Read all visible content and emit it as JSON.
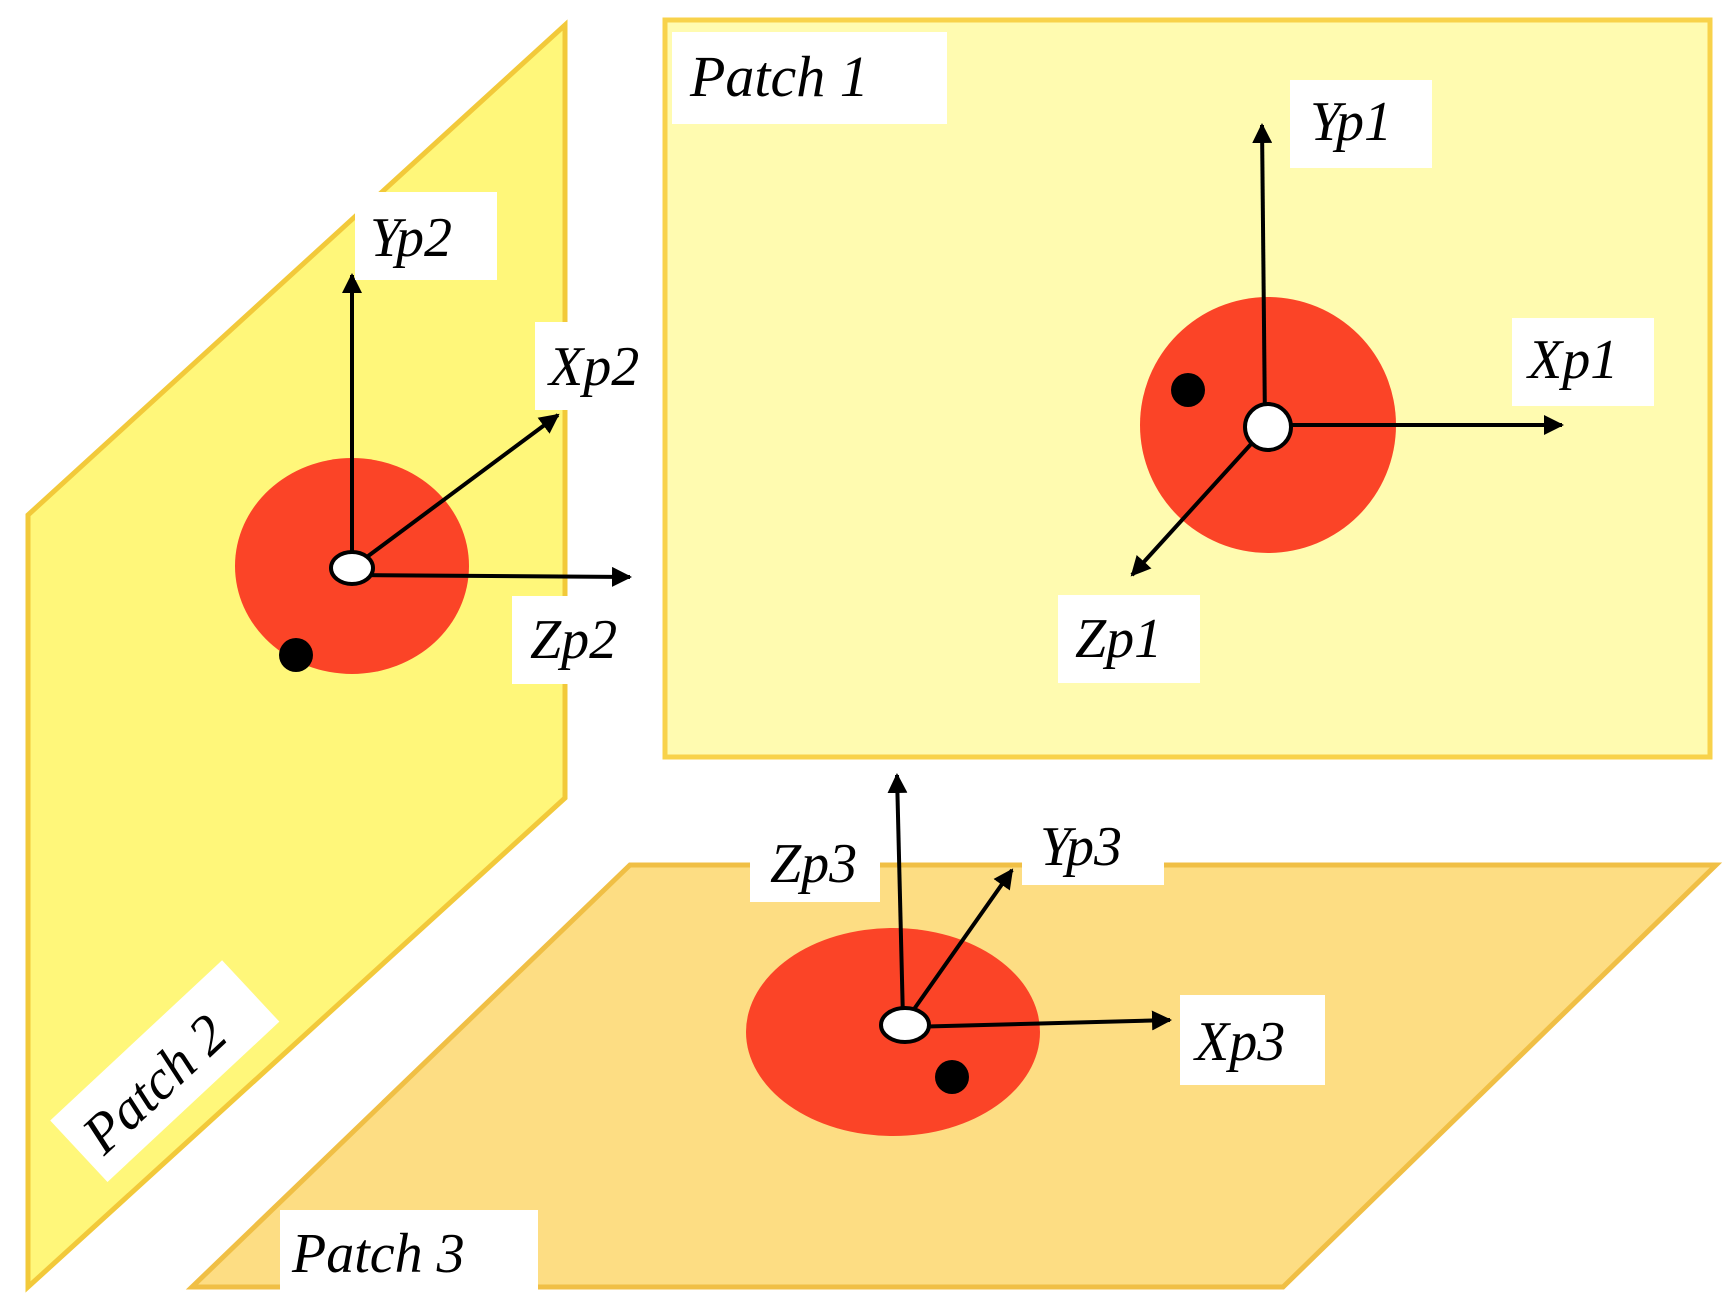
{
  "colors": {
    "plane_primary": "#fffbb0",
    "plane_primary_edge": "#f8d24a",
    "plane_side": "#fff77a",
    "plane_side_edge": "#f2c93a",
    "plane_floor": "#fddd83",
    "plane_floor_edge": "#f0bf45",
    "spot": "#fb4427",
    "origin_fill": "#ffffff",
    "dot": "#000000",
    "label_bg": "#ffffff",
    "text": "#000000"
  },
  "patches": [
    {
      "id": "patch1",
      "label": "Patch 1"
    },
    {
      "id": "patch2",
      "label": "Patch 2"
    },
    {
      "id": "patch3",
      "label": "Patch 3"
    }
  ],
  "axes": {
    "patch1": {
      "x": "Xp1",
      "y": "Yp1",
      "z": "Zp1"
    },
    "patch2": {
      "x": "Xp2",
      "y": "Yp2",
      "z": "Zp2"
    },
    "patch3": {
      "x": "Xp3",
      "y": "Yp3",
      "z": "Zp3"
    }
  }
}
